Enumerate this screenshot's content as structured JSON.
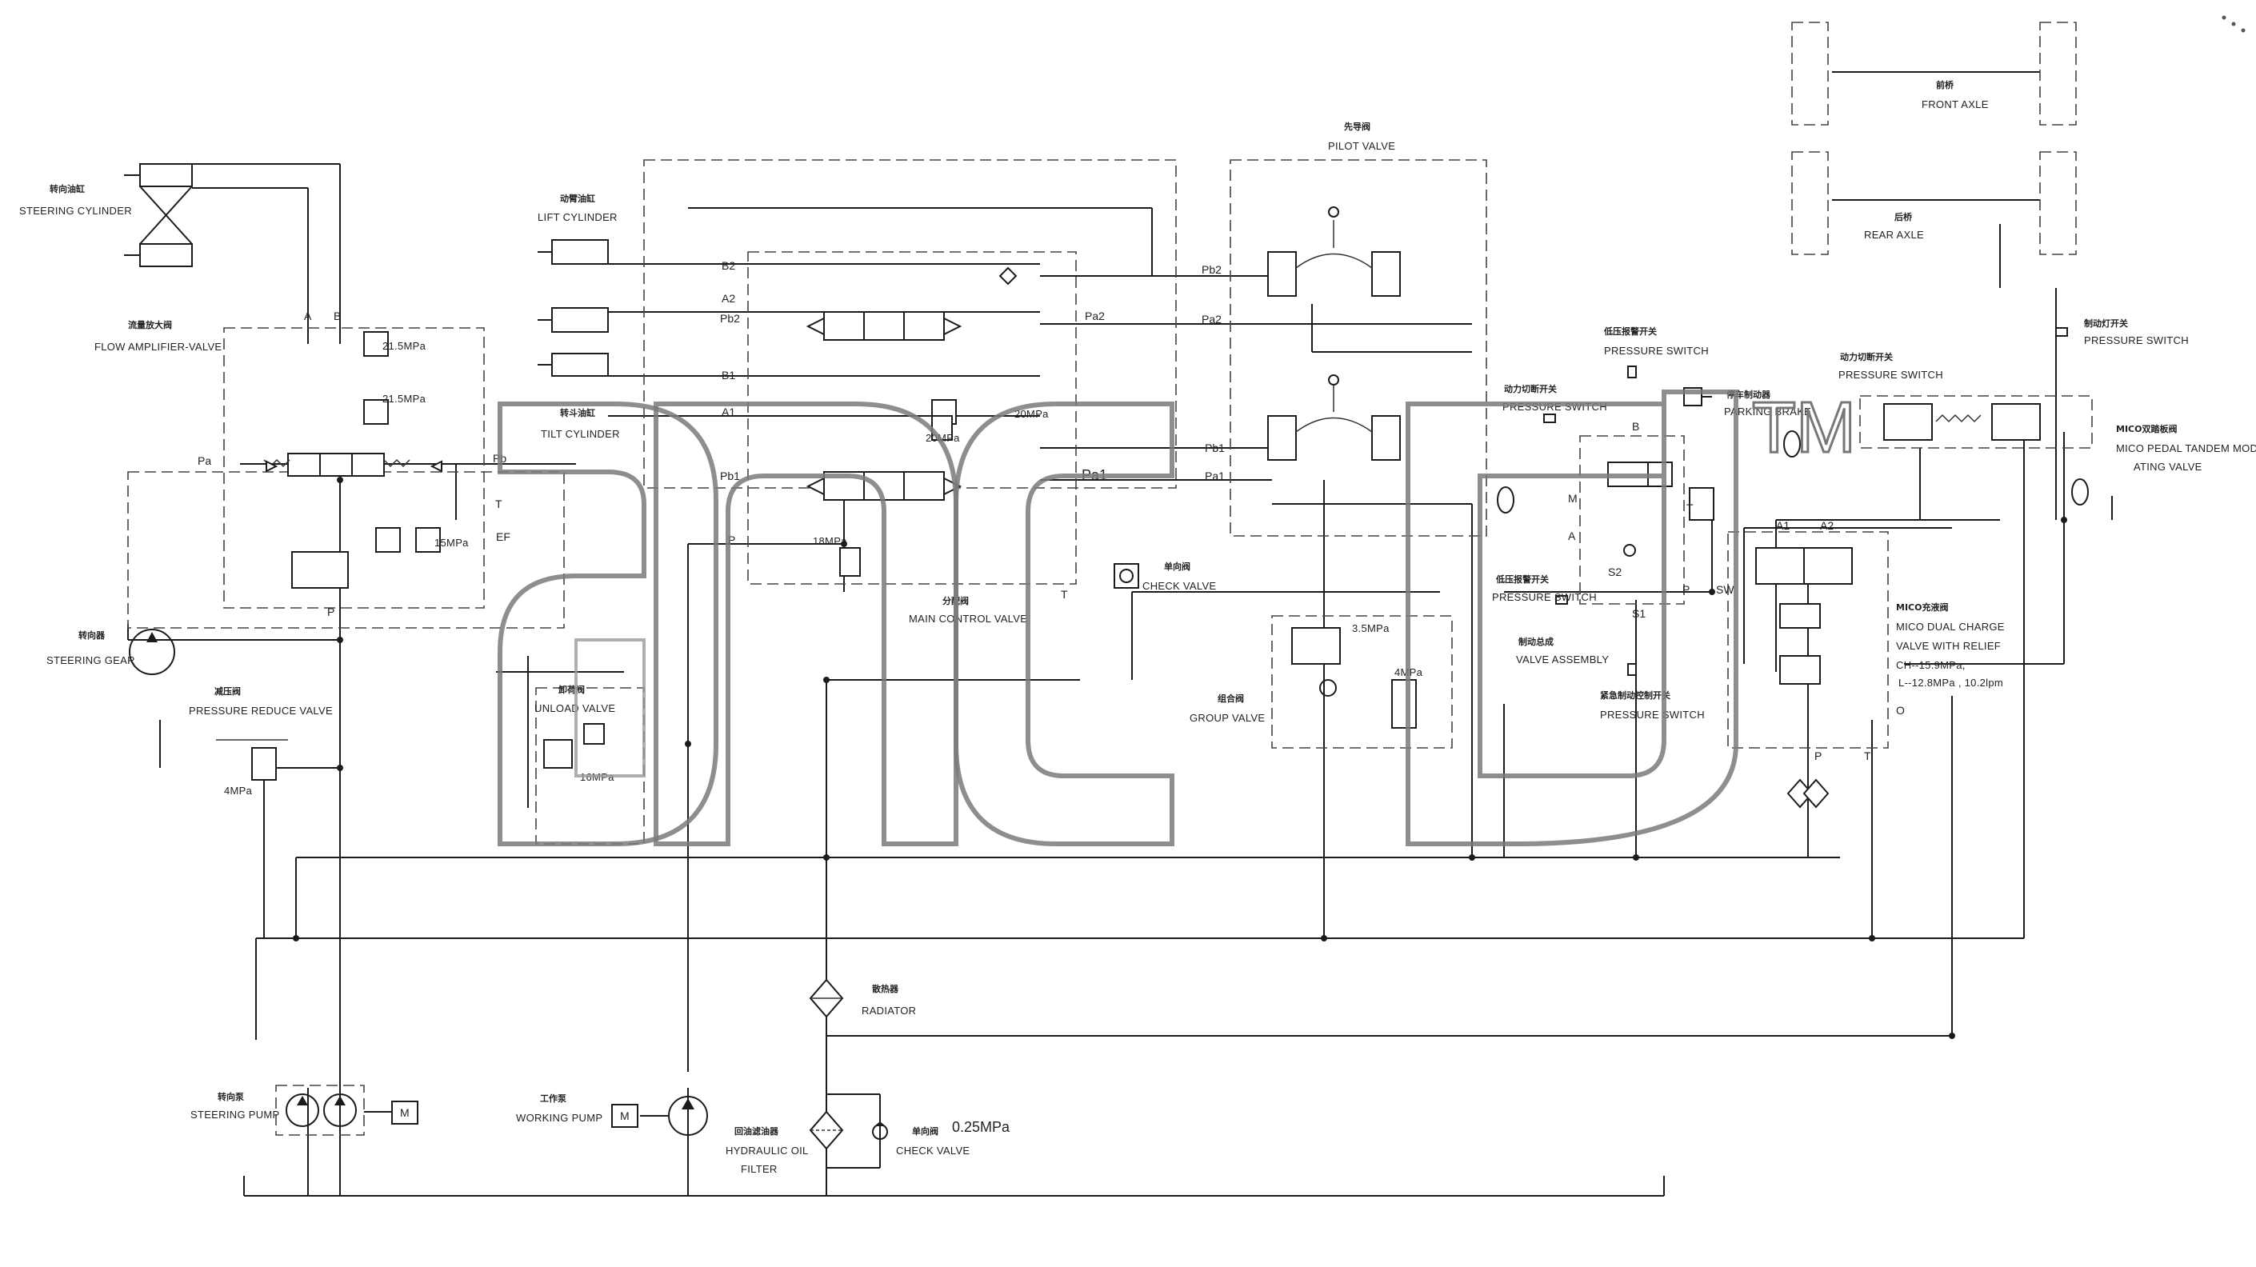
{
  "diagram": {
    "components": {
      "steering_cylinder": {
        "cn": "转向油缸",
        "en": "STEERING CYLINDER"
      },
      "flow_amplifier": {
        "cn": "流量放大阀",
        "en": "FLOW AMPLIFIER-VALVE"
      },
      "steering_gear": {
        "cn": "转向器",
        "en": "STEERING GEAR"
      },
      "pressure_reduce": {
        "cn": "减压阀",
        "en": "PRESSURE REDUCE VALVE"
      },
      "lift_cylinder": {
        "cn": "动臂油缸",
        "en": "LIFT CYLINDER"
      },
      "tilt_cylinder": {
        "cn": "转斗油缸",
        "en": "TILT CYLINDER"
      },
      "unload_valve": {
        "cn": "卸荷阀",
        "en": "UNLOAD VALVE"
      },
      "main_control": {
        "cn": "分配阀",
        "en": "MAIN CONTROL VALVE"
      },
      "check_valve_top": {
        "cn": "单向阀",
        "en": "CHECK VALVE"
      },
      "pilot_valve": {
        "cn": "先导阀",
        "en": "PILOT VALVE"
      },
      "group_valve": {
        "cn": "组合阀",
        "en": "GROUP VALVE"
      },
      "pressure_switch_1": {
        "cn": "低压报警开关",
        "en": "PRESSURE SWITCH"
      },
      "pressure_switch_2": {
        "cn": "动力切断开关",
        "en": "PRESSURE SWITCH"
      },
      "parking_brake": {
        "cn": "停车制动器",
        "en": "PARKING BRAKE"
      },
      "pressure_switch_3": {
        "cn": "低压报警开关",
        "en": "PRESSURE SWITCH"
      },
      "valve_assembly": {
        "cn": "制动总成",
        "en": "VALVE ASSEMBLY"
      },
      "pressure_switch_4": {
        "cn": "紧急制动控制开关",
        "en": "PRESSURE SWITCH"
      },
      "front_axle": {
        "cn": "前桥",
        "en": "FRONT AXLE"
      },
      "rear_axle": {
        "cn": "后桥",
        "en": "REAR AXLE"
      },
      "pressure_switch_5": {
        "cn": "制动灯开关",
        "en": "PRESSURE SWITCH"
      },
      "pressure_switch_6": {
        "cn": "动力切断开关",
        "en": "PRESSURE SWITCH"
      },
      "mico_pedal": {
        "cn": "MICO双踏板阀",
        "en1": "MICO PEDAL TANDEM MODUL",
        "en2": "ATING VALVE"
      },
      "mico_charge": {
        "cn": "MICO充液阀",
        "en1": "MICO DUAL CHARGE",
        "en2": "VALVE WITH RELIEF",
        "en3": "CH--15.9MPa,",
        "en4": "L--12.8MPa , 10.2lpm"
      },
      "radiator": {
        "cn": "散热器",
        "en": "RADIATOR"
      },
      "steering_pump": {
        "cn": "转向泵",
        "en": "STEERING PUMP"
      },
      "working_pump": {
        "cn": "工作泵",
        "en": "WORKING PUMP"
      },
      "hydraulic_filter": {
        "cn": "回油滤油器",
        "en1": "HYDRAULIC OIL",
        "en2": "FILTER"
      },
      "check_valve_bottom": {
        "cn": "单向阀",
        "en": "CHECK VALVE"
      }
    },
    "pressures": {
      "p215a": "21.5MPa",
      "p215b": "21.5MPa",
      "p15": "15MPa",
      "p4": "4MPa",
      "p18": "18MPa",
      "p20a": "20MPa",
      "p20b": "20MPa",
      "p16": "16MPa",
      "p35": "3.5MPa",
      "p4b": "4MPa",
      "p025": "0.25MPa"
    },
    "ports": {
      "A": "A",
      "B": "B",
      "Pa": "Pa",
      "Pb": "Pb",
      "T": "T",
      "EF": "EF",
      "P": "P",
      "B2": "B2",
      "A2": "A2",
      "Pb2": "Pb2",
      "B1": "B1",
      "A1": "A1",
      "Pb1": "Pb1",
      "Pa2": "Pa2",
      "Pa1": "Pa1",
      "M": "M",
      "S2": "S2",
      "S1": "S1",
      "SW": "SW",
      "O": "O",
      "motor": "M"
    },
    "watermark": {
      "tm": "TM"
    }
  }
}
